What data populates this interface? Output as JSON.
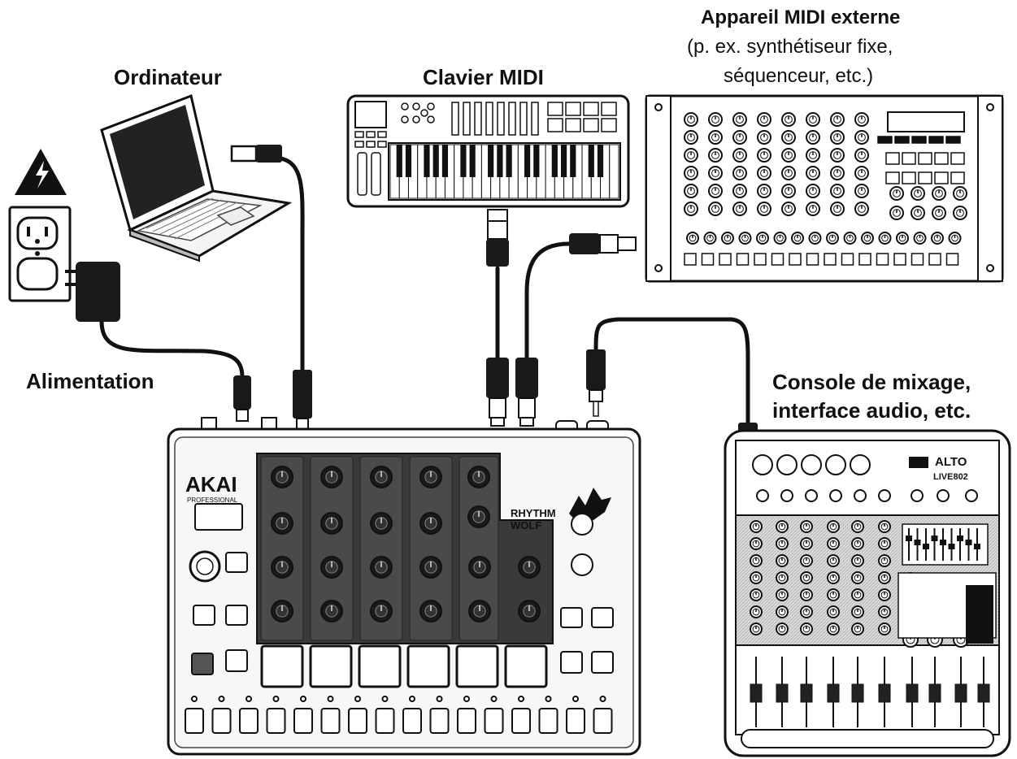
{
  "labels": {
    "computer": "Ordinateur",
    "midi_keyboard": "Clavier MIDI",
    "external_midi_title": "Appareil MIDI externe",
    "external_midi_sub1": "(p. ex. synthétiseur fixe,",
    "external_midi_sub2": "séquenceur, etc.)",
    "power": "Alimentation",
    "mixer_line1": "Console de mixage,",
    "mixer_line2": "interface audio, etc."
  },
  "device_text": {
    "akai_logo": "AKAI",
    "akai_sub": "PROFESSIONAL",
    "rhythm": "RHYTHM",
    "wolf": "WOLF",
    "alto_logo": "ALTO",
    "alto_model": "LIVE802"
  },
  "colors": {
    "ink": "#111111",
    "panel_dark": "#2a2a2a",
    "panel_light": "#f4f4f4"
  }
}
